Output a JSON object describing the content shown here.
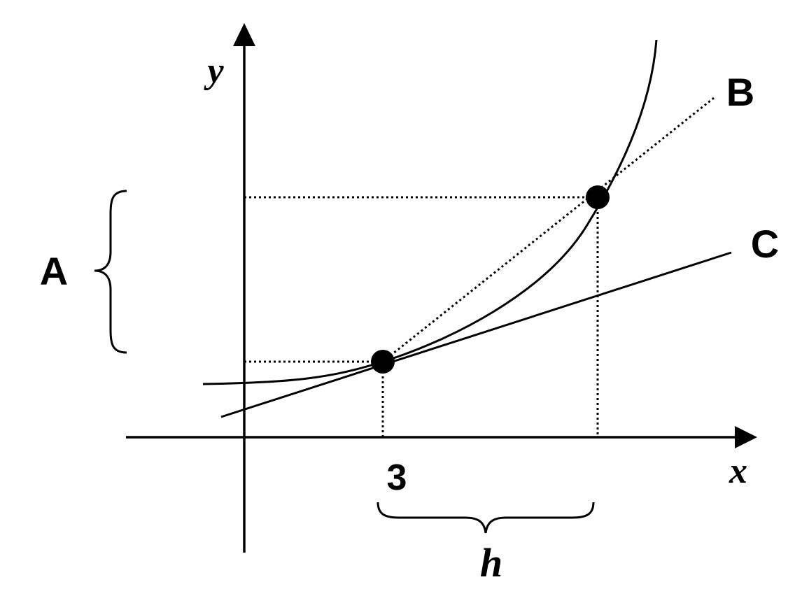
{
  "labels": {
    "y_axis": "y",
    "x_axis": "x",
    "point_x": "3",
    "interval": "h",
    "rise": "A",
    "secant": "B",
    "tangent": "C"
  },
  "colors": {
    "ink": "#000000",
    "background": "#ffffff"
  }
}
